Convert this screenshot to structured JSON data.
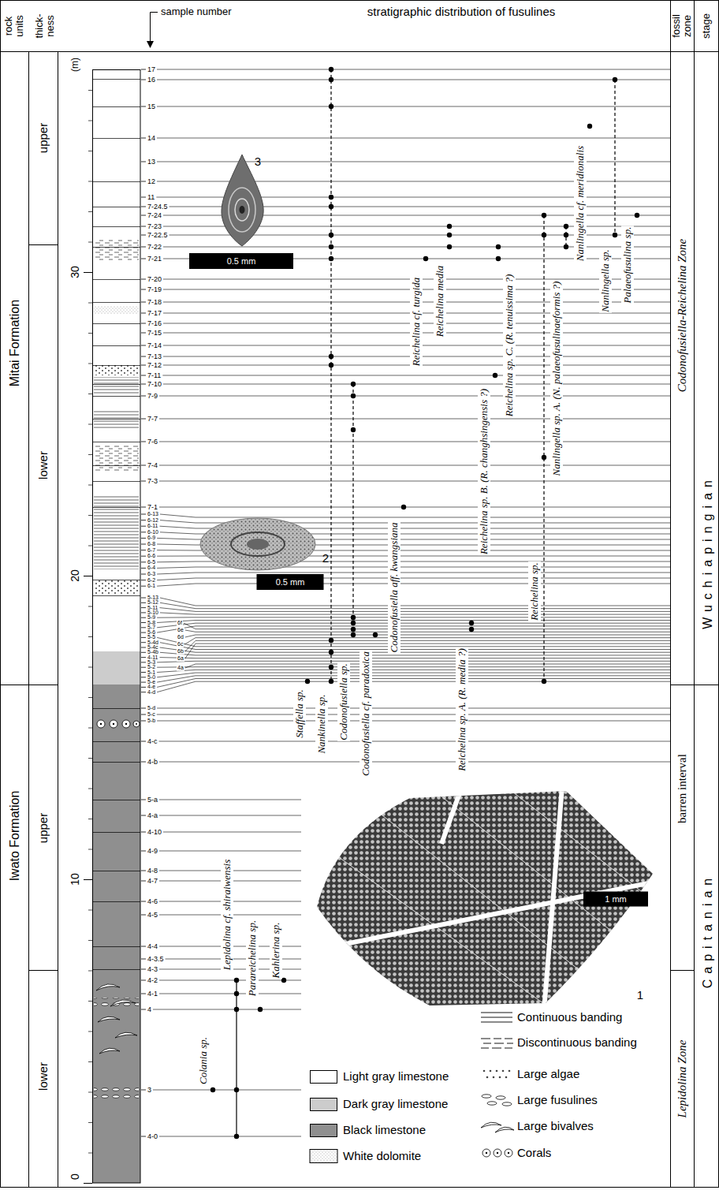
{
  "diagram": {
    "labels": [
      "rock units",
      "thick- ness",
      "sample number",
      "stratigraphic distribution of fusulines",
      "fossil zone",
      "stage",
      "Mitai Formation",
      "Iwato Formation",
      "upper",
      "lower",
      "upper",
      "lower",
      "(m)",
      "30",
      "20",
      "10",
      "0",
      "Codonofusiella-Reichelina Zone",
      "barren interval",
      "Lepidolina Zone",
      "Wuchiapingian",
      "Capitanian",
      "Colania sp.",
      "Lepidolina cf. shiraiwensis",
      "Parareichelina sp.",
      "Kahlerina sp.",
      "Staffella sp.",
      "Nankinella sp.",
      "Codonofusiella sp.",
      "Codonofusiella cf. paradoxica",
      "Codonofusiella aff. kwangsiana",
      "Reichelina sp. A. (R. media ?)",
      "Reichelina cf. turgida",
      "Reichelina media",
      "Reichelina sp. B. (R. changhsingensis ?)",
      "Reichelina sp. C. (R. tenuissima ?)",
      "Reichelina sp.",
      "Nanlingella sp. A. (N. palaeofusulinaeformis ?)",
      "Nanlingella cf. meridionalis",
      "Nanlingella sp.",
      "Palaeofusulina sp.",
      "3",
      "0.5 mm",
      "2",
      "0.5 mm",
      "1",
      "1 mm",
      "17",
      "16",
      "15",
      "14",
      "13",
      "12",
      "11",
      "7-24.5",
      "7-24",
      "7-23",
      "7-22.5",
      "7-22",
      "7-21",
      "7-20",
      "7-19",
      "7-18",
      "7-17",
      "7-16",
      "7-15",
      "7-14",
      "7-13",
      "7-12",
      "7-11",
      "7-10",
      "7-9",
      "7-7",
      "7-6",
      "7-4",
      "7-3",
      "7-1",
      "6-13",
      "6-12",
      "6-11",
      "6-10",
      "6-9",
      "6-8",
      "6-7",
      "6-6",
      "6-5",
      "6-4",
      "6-3",
      "6-2",
      "6-1",
      "5-13",
      "5-12",
      "5-11",
      "5-10",
      "5-9",
      "5-8",
      "5-7",
      "5-6",
      "6f",
      "6e",
      "6d",
      "6c",
      "6b",
      "6a",
      "5-5",
      "5-4d",
      "5-4c",
      "5-4b",
      "4-11",
      "5-3",
      "4a",
      "5-2",
      "5-1",
      "5-0",
      "5-e",
      "4-e",
      "4-d",
      "5-d",
      "5-c",
      "5-b",
      "4-c",
      "4-b",
      "5-a",
      "4-a",
      "4-10",
      "4-9",
      "4-8",
      "4-7",
      "4-6",
      "4-5",
      "4-4",
      "4-3.5",
      "4-3",
      "4-2",
      "4-1",
      "4",
      "3",
      "4-0"
    ],
    "legend": [
      {
        "text": "Light gray limestone",
        "color": "#ffffff"
      },
      {
        "text": "Dark gray limestone",
        "color": "#cccccc"
      },
      {
        "text": "Black limestone",
        "color": "#8f8f8f"
      },
      {
        "text": "White dolomite"
      },
      {
        "text": "Continuous banding"
      },
      {
        "text": "Discontinuous banding"
      },
      {
        "text": "Large algae"
      },
      {
        "text": "Large fusulines"
      },
      {
        "text": "Large bivalves"
      },
      {
        "text": "Corals"
      }
    ]
  }
}
